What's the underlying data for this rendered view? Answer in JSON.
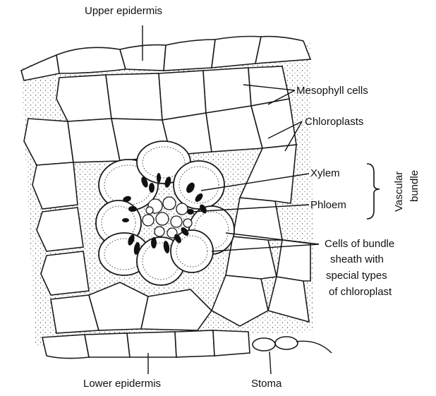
{
  "labels": {
    "upper_epidermis": "Upper epidermis",
    "mesophyll": "Mesophyll cells",
    "chloroplasts": "Chloroplasts",
    "xylem": "Xylem",
    "phloem": "Phloem",
    "vascular_line1": "Vascular",
    "vascular_line2": "bundle",
    "bundle_sheath_1": "Cells of bundle",
    "bundle_sheath_2": "sheath with",
    "bundle_sheath_3": "special types",
    "bundle_sheath_4": "of chloroplast",
    "lower_epidermis": "Lower epidermis",
    "stoma": "Stoma"
  }
}
